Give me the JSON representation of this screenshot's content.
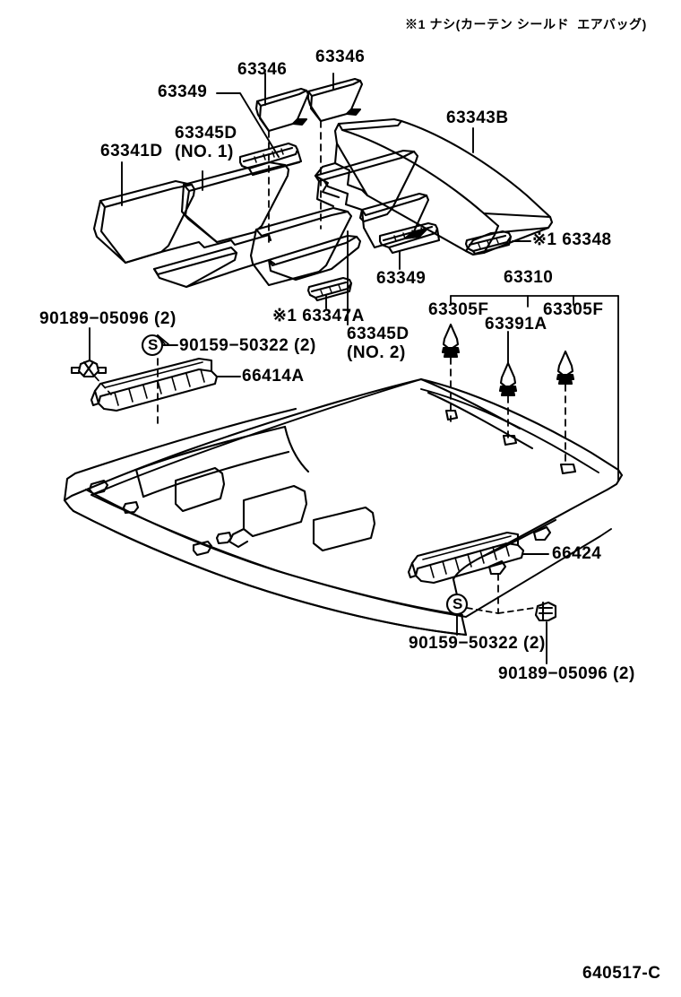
{
  "sheet": {
    "note": "※1 ナシ(カーテン シールド  エアバッグ)",
    "figure_code": "640517-C",
    "ink": "#000000",
    "background": "#ffffff"
  },
  "parts": [
    {
      "id": "insulator-63341d",
      "label": "63341D",
      "kind": "roof-silencer-pad"
    },
    {
      "id": "insulator-63345d-no1",
      "label_line1": "63345D",
      "label_line2": "(NO. 1)",
      "kind": "roof-silencer-pad"
    },
    {
      "id": "retainer-63349-upper",
      "label": "63349",
      "kind": "retainer-bar"
    },
    {
      "id": "pad-63346-left",
      "label": "63346",
      "kind": "small-pad"
    },
    {
      "id": "pad-63346-right",
      "label": "63346",
      "kind": "small-pad"
    },
    {
      "id": "panel-63343b",
      "label": "63343B",
      "kind": "roof-headlining-panel"
    },
    {
      "id": "clip-63348",
      "label": "※1 63348",
      "kind": "small-bar"
    },
    {
      "id": "clip-63347a",
      "label": "※1 63347A",
      "kind": "small-bar"
    },
    {
      "id": "retainer-63349-lower",
      "label": "63349",
      "kind": "retainer-bar"
    },
    {
      "id": "insulator-63345d-no2",
      "label_line1": "63345D",
      "label_line2": "(NO. 2)",
      "kind": "roof-silencer-pad"
    },
    {
      "id": "bracket-63310",
      "label": "63310",
      "kind": "bracket-group"
    },
    {
      "id": "clip-63305f-left",
      "label": "63305F",
      "kind": "push-clip"
    },
    {
      "id": "clip-63391a",
      "label": "63391A",
      "kind": "push-clip"
    },
    {
      "id": "clip-63305f-right",
      "label": "63305F",
      "kind": "push-clip"
    },
    {
      "id": "grip-66414a",
      "label": "66414A",
      "kind": "assist-grip"
    },
    {
      "id": "grip-66424",
      "label": "66424",
      "kind": "assist-grip"
    },
    {
      "id": "screw-90189-left",
      "label": "90189−05096 (2)",
      "kind": "fastener"
    },
    {
      "id": "screw-90159-left",
      "label": "90159−50322 (2)",
      "kind": "fastener",
      "marker": "S"
    },
    {
      "id": "screw-90159-right",
      "label": "90159−50322 (2)",
      "kind": "fastener",
      "marker": "S"
    },
    {
      "id": "screw-90189-right",
      "label": "90189−05096 (2)",
      "kind": "fastener"
    }
  ],
  "markers": {
    "s_circle": "S"
  }
}
